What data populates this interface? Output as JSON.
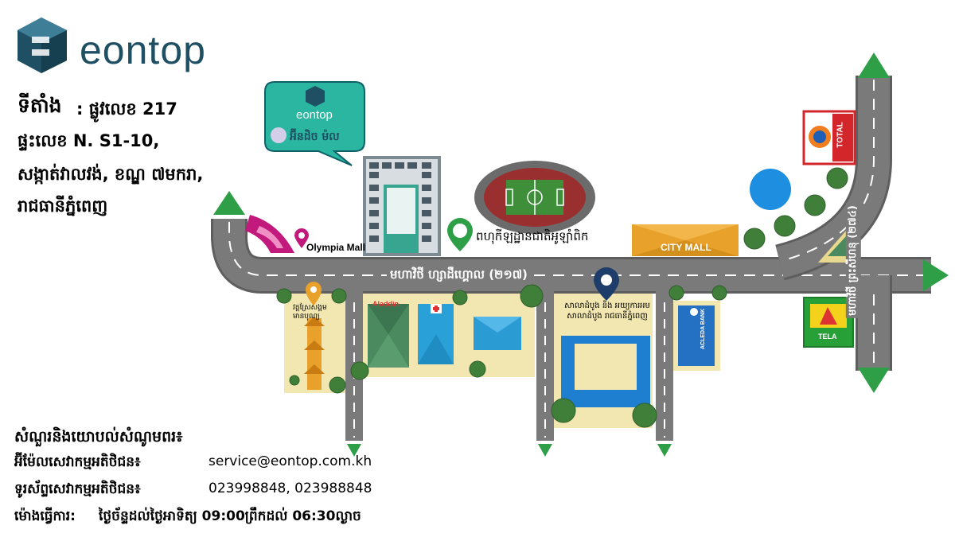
{
  "brand": {
    "name": "eontop"
  },
  "address": {
    "title": "ទីតាំង",
    "lines": [
      ": ផ្លូវលេខ 217",
      "ផ្ទះលេខ N. S1-10,",
      "សង្កាត់វាលវង់, ខណ្ឌ ៧មករា,",
      "រាជធានីភ្នំពេញ"
    ]
  },
  "bubble": {
    "brand": "eontop",
    "caption": "អ៊ីនដិច ម៉ល"
  },
  "landmarks": {
    "olympia": "Olympia Mall",
    "stadium": "ពហុកីឡដ្ឋានជាតិអូឡាំពិក",
    "city_mall": "CITY MALL",
    "total": "TOTAL",
    "tela": "TELA",
    "acleda": "ACLEDA BANK",
    "pagoda": "វត្តស្រែសង្គម មានបុណ្យ",
    "school": "សាលាដំបូង និង អយ្យការអមសាលាដំបូង រាជធានីភ្នំពេញ",
    "store": "Aladdin"
  },
  "roads": {
    "main": "មហាវិថី ហ្សាដឺហ្គោល (២១៧)",
    "vertical": "មហាវិថី ព្រះសីហនុ (២៧៤)"
  },
  "contact": {
    "heading": "សំណួរនិងយោបល់សំណូមពរ៖",
    "email_label": "អ៊ីម៉ែលសេវាកម្មអតិថិជន៖",
    "email": "service@eontop.com.kh",
    "phone_label": "ទូរស័ព្ទសេវាកម្មអតិថិជន៖",
    "phone": "023998848, 023988848",
    "hours_label": "ម៉ោងធ្វើការ:",
    "hours": "ថ្ងៃច័ន្ទដល់ថ្ងៃអាទិត្យ 09:00ព្រឹកដល់ 06:30ល្ងាច"
  },
  "colors": {
    "road": "#7a7a7a",
    "road_edge": "#5e5e5e",
    "arrow": "#2e9e47",
    "tree": "#3f7f3a",
    "block": "#f2e6b1",
    "brand": "#1f4f63",
    "magenta": "#c2197c",
    "orange": "#e8a12a"
  }
}
